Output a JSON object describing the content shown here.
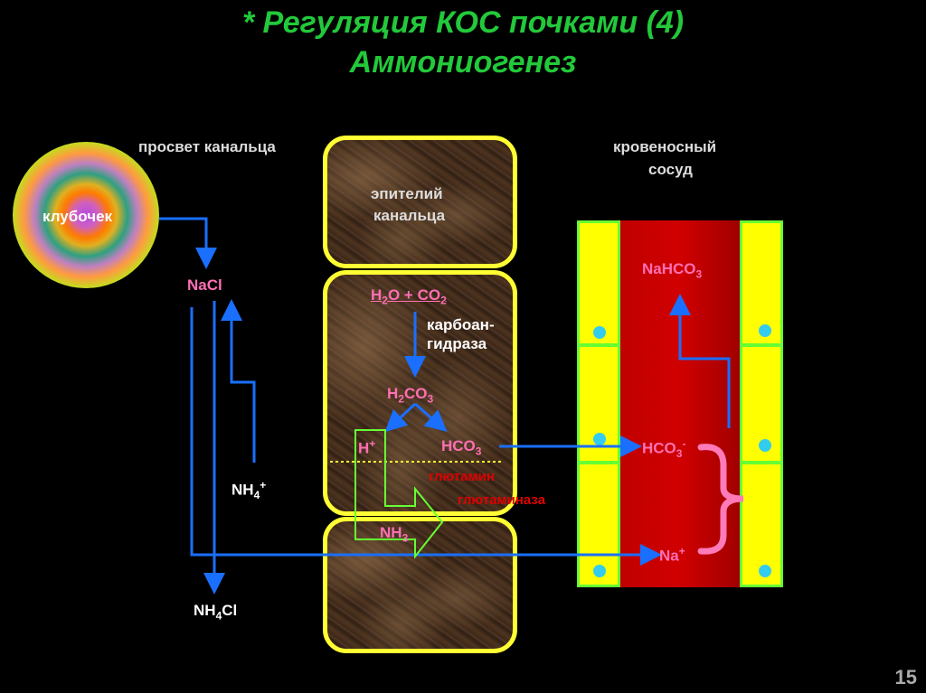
{
  "title": {
    "line1": "* Регуляция КОС почками (4)",
    "line2": "Аммониогенез"
  },
  "labels": {
    "lumen": "просвет канальца",
    "vessel_l1": "кровеносный",
    "vessel_l2": "сосуд",
    "epithelium_l1": "эпителий",
    "epithelium_l2": "канальца",
    "glomerulus": "клубочек",
    "nacl": "NaCl",
    "nh4": "NH",
    "nh4_sub": "4",
    "nh4_sup": "+",
    "nh4cl": "NH",
    "nh4cl_sub": "4",
    "nh4cl_tail": "Cl",
    "h2o": "H",
    "h2o_sub": "2",
    "h2o_tail": "O + CO",
    "co2_sub": "2",
    "enzyme_l1": "карбоан-",
    "enzyme_l2": "гидраза",
    "h2co3": "H",
    "h2co3_sub": "2",
    "h2co3_tail": "CO",
    "h2co3_sub2": "3",
    "h_ion": "H",
    "h_ion_sup": "+",
    "hco3": "HCO",
    "hco3_sub": "3",
    "glutamine": "глютамин",
    "glutaminase": "глютаминаза",
    "nh3": "NH",
    "nh3_sub": "3",
    "nahco3": "NaHCO",
    "nahco3_sub": "3",
    "hco3_blood": "HCO",
    "hco3_blood_sub": "3",
    "hco3_blood_sup": "-",
    "na_blood": "Na",
    "na_blood_sup": "+"
  },
  "page_number": "15",
  "colors": {
    "title": "#22c93a",
    "arrow": "#1a6fff",
    "highlight": "#ff6fb3",
    "cell_border": "#ffff33",
    "vessel": "#c00000",
    "enzyme_red": "#e00000"
  }
}
